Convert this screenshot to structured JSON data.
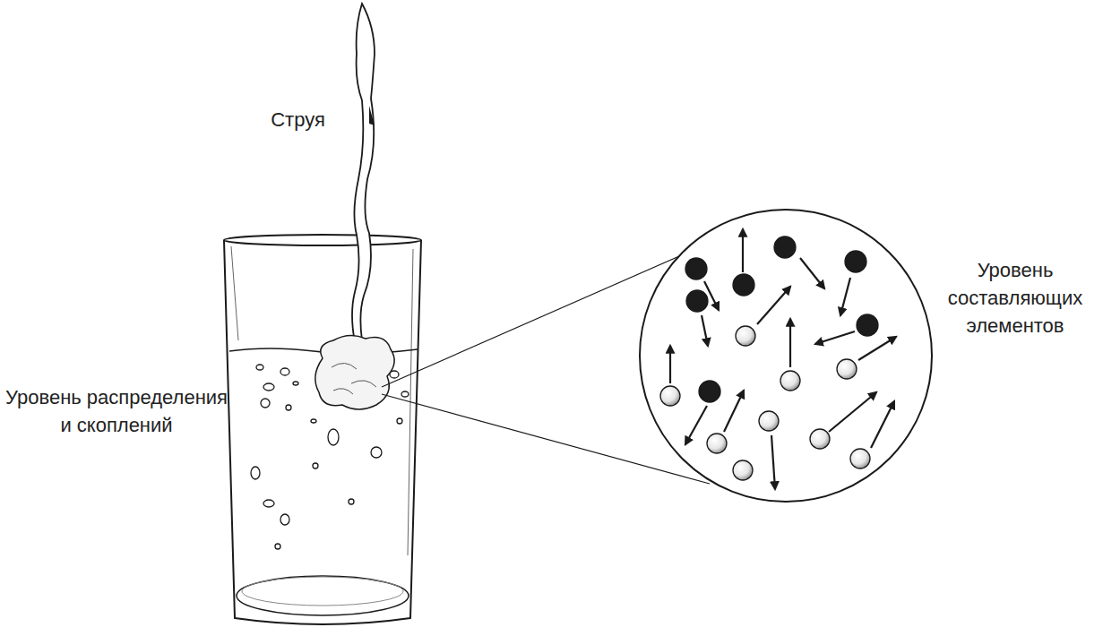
{
  "diagram": {
    "labels": [
      "Струя",
      "Уровень распределения и скоплений",
      "Уровень составляющих элементов"
    ]
  }
}
